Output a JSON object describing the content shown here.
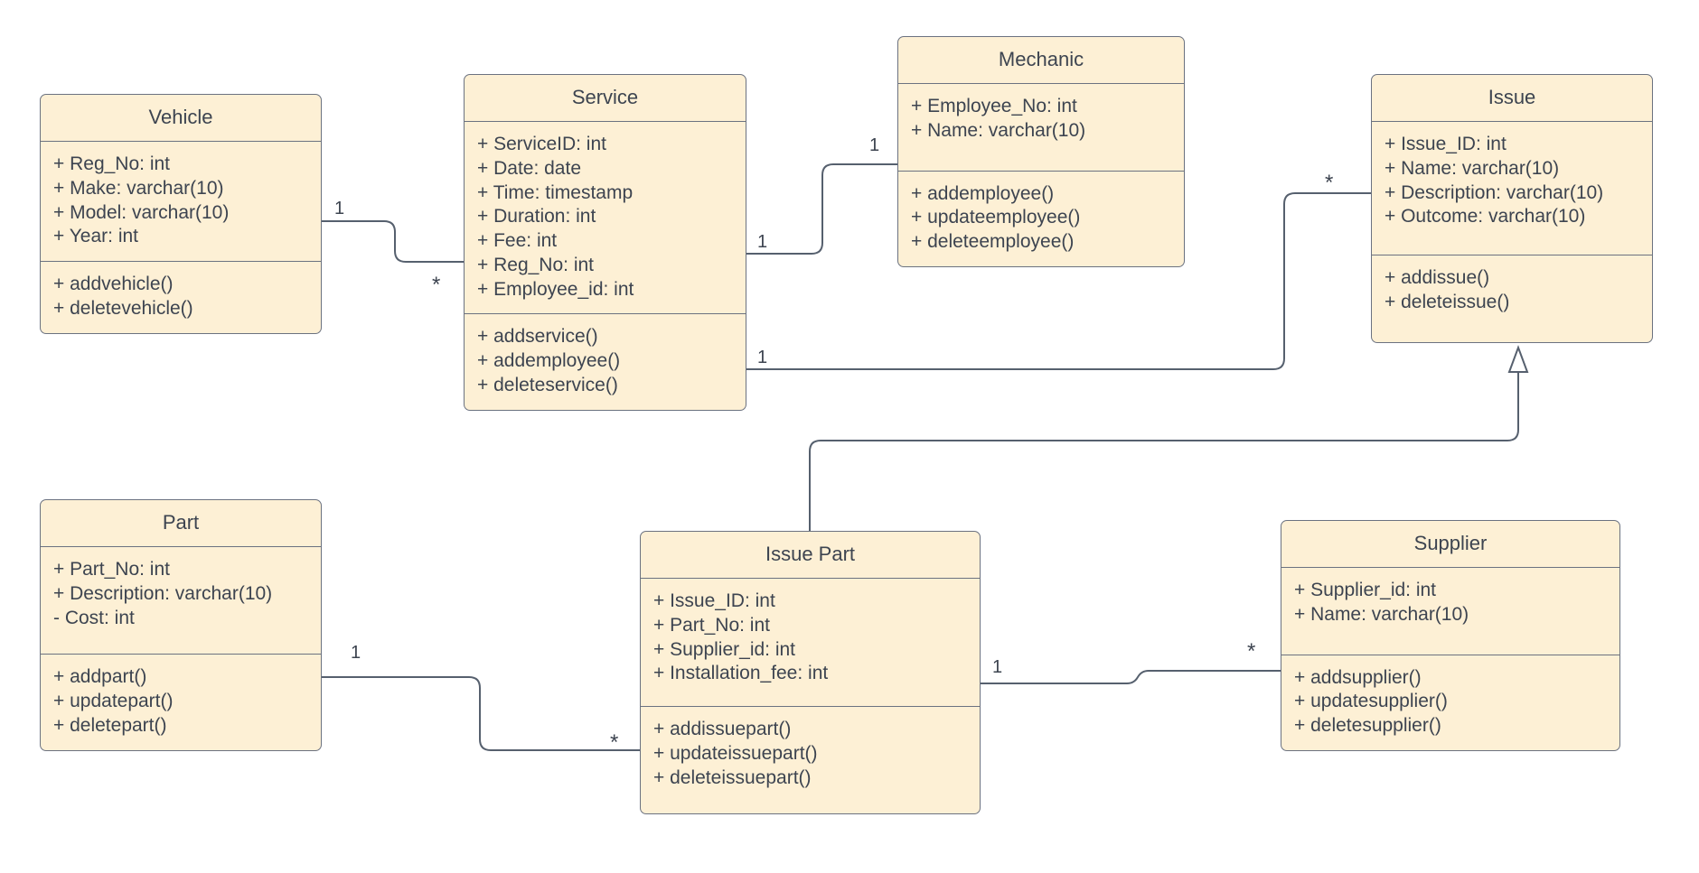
{
  "diagram": {
    "kind": "uml-class-diagram",
    "colors": {
      "box_fill": "#fdf0d5",
      "box_border": "#6b7280",
      "text": "#3d4450",
      "connector": "#56606e",
      "background": "#ffffff"
    }
  },
  "classes": {
    "vehicle": {
      "name": "Vehicle",
      "attributes": [
        "+ Reg_No: int",
        "+ Make: varchar(10)",
        "+ Model: varchar(10)",
        "+ Year: int"
      ],
      "methods": [
        "+ addvehicle()",
        "+ deletevehicle()"
      ]
    },
    "service": {
      "name": "Service",
      "attributes": [
        "+ ServiceID: int",
        "+ Date: date",
        "+ Time: timestamp",
        "+ Duration: int",
        "+ Fee: int",
        "+ Reg_No: int",
        "+ Employee_id: int"
      ],
      "methods": [
        "+ addservice()",
        "+ addemployee()",
        "+ deleteservice()"
      ]
    },
    "mechanic": {
      "name": "Mechanic",
      "attributes": [
        "+ Employee_No: int",
        "+ Name: varchar(10)"
      ],
      "methods": [
        "+ addemployee()",
        "+ updateemployee()",
        "+ deleteemployee()"
      ]
    },
    "issue": {
      "name": "Issue",
      "attributes": [
        "+ Issue_ID: int",
        "+ Name: varchar(10)",
        "+ Description: varchar(10)",
        "+ Outcome: varchar(10)"
      ],
      "methods": [
        "+ addissue()",
        "+ deleteissue()"
      ]
    },
    "part": {
      "name": "Part",
      "attributes": [
        "+ Part_No: int",
        "+ Description: varchar(10)",
        "- Cost: int"
      ],
      "methods": [
        "+ addpart()",
        "+ updatepart()",
        "+ deletepart()"
      ]
    },
    "issue_part": {
      "name": "Issue Part",
      "attributes": [
        "+ Issue_ID: int",
        "+ Part_No: int",
        "+ Supplier_id: int",
        "+ Installation_fee: int"
      ],
      "methods": [
        "+ addissuepart()",
        "+ updateissuepart()",
        "+ deleteissuepart()"
      ]
    },
    "supplier": {
      "name": "Supplier",
      "attributes": [
        "+ Supplier_id: int",
        "+ Name: varchar(10)"
      ],
      "methods": [
        "+ addsupplier()",
        "+ updatesupplier()",
        "+ deletesupplier()"
      ]
    }
  },
  "relationships": [
    {
      "id": "vehicle-service",
      "type": "association",
      "from": "Vehicle",
      "to": "Service",
      "source_multiplicity": "1",
      "target_multiplicity": "*"
    },
    {
      "id": "service-mechanic",
      "type": "association",
      "from": "Service",
      "to": "Mechanic",
      "source_multiplicity": "1",
      "target_multiplicity": "1"
    },
    {
      "id": "service-issue",
      "type": "association",
      "from": "Service",
      "to": "Issue",
      "source_multiplicity": "1",
      "target_multiplicity": "*"
    },
    {
      "id": "issuepart-issue",
      "type": "generalization",
      "from": "Issue Part",
      "to": "Issue",
      "source_multiplicity": "",
      "target_multiplicity": ""
    },
    {
      "id": "part-issuepart",
      "type": "association",
      "from": "Part",
      "to": "Issue Part",
      "source_multiplicity": "1",
      "target_multiplicity": "*"
    },
    {
      "id": "issuepart-supplier",
      "type": "association",
      "from": "Issue Part",
      "to": "Supplier",
      "source_multiplicity": "1",
      "target_multiplicity": "*"
    }
  ],
  "multiplicity_labels": {
    "vehicle_right": "1",
    "service_left": "*",
    "service_right_upper": "1",
    "mechanic_left": "1",
    "service_right_lower": "1",
    "issue_left": "*",
    "part_right": "1",
    "issuepart_left": "*",
    "issuepart_right": "1",
    "supplier_left": "*"
  }
}
